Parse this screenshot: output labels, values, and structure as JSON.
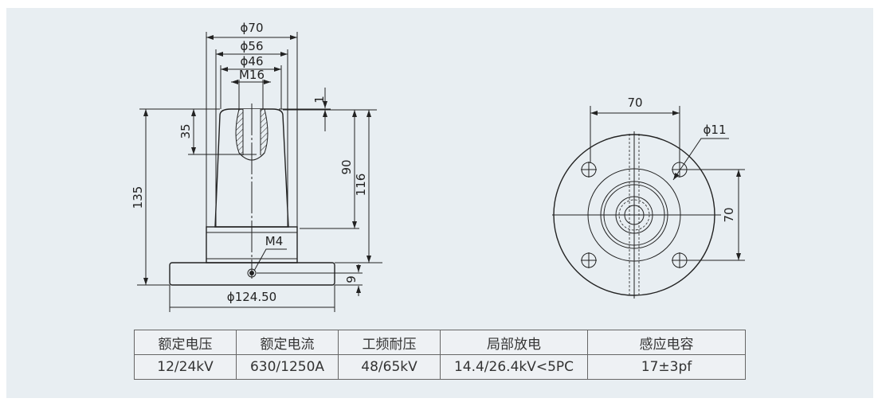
{
  "side_view": {
    "dims": {
      "d70": "ϕ70",
      "d56": "ϕ56",
      "d46": "ϕ46",
      "m16": "M16",
      "one": "1",
      "h35": "35",
      "h135": "135",
      "h90": "90",
      "h116": "116",
      "m4": "M4",
      "h9": "9",
      "d124": "ϕ124.50"
    }
  },
  "top_view": {
    "dims": {
      "w70": "70",
      "d11": "ϕ11",
      "h70": "70"
    }
  },
  "spec_table": {
    "headers": [
      "额定电压",
      "额定电流",
      "工频耐压",
      "局部放电",
      "感应电容"
    ],
    "values": [
      "12/24kV",
      "630/1250A",
      "48/65kV",
      "14.4/26.4kV<5PC",
      "17±3pf"
    ]
  }
}
